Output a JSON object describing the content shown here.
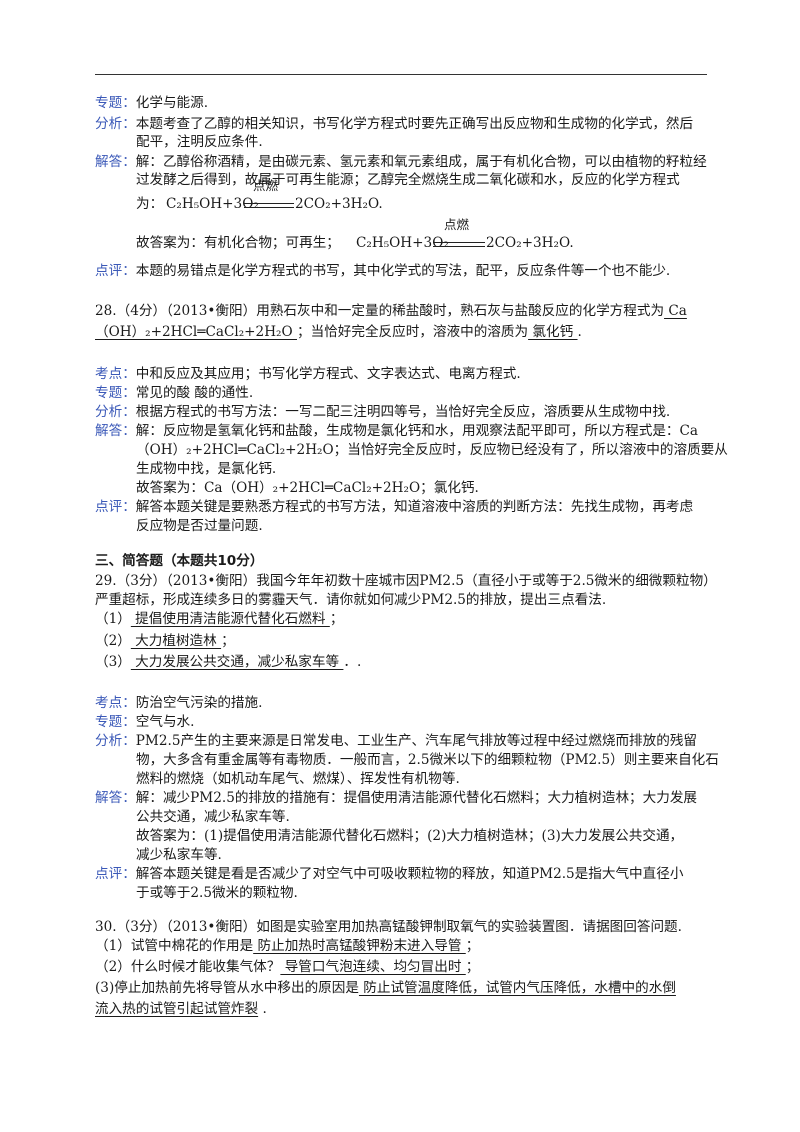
{
  "labels": {
    "topic": "专题",
    "analysis": "分析",
    "answer": "解答",
    "comment": "点评",
    "point": "考点"
  },
  "q27": {
    "topic": "化学与能源.",
    "analysis_1": "本题考查了乙醇的相关知识，书写化学方程式时要先正确写出反应物和生成物的化学式，然后",
    "analysis_2": "配平，注明反应条件.",
    "answer_1": "解：乙醇俗称酒精，是由碳元素、氢元素和氧元素组成，属于有机化合物，可以由植物的籽粒经",
    "answer_2": "过发酵之后得到，故属于可再生能源；乙醇完全燃烧生成二氧化碳和水，反应的化学方程式",
    "eq_prefix": "为：",
    "eq_left": "C₂H₅OH+3O₂",
    "eq_cond": "点燃",
    "eq_right": "2CO₂+3H₂O.",
    "final_prefix": "故答案为：有机化合物；可再生；",
    "comment": "本题的易错点是化学方程式的书写，其中化学式的写法，配平，反应条件等一个也不能少."
  },
  "q28": {
    "stem_1a": "28.（4分）（2013•衡阳）用熟石灰中和一定量的稀盐酸时，熟石灰与盐酸反应的化学方程式为",
    "stem_1b": "  Ca",
    "stem_2a": "（OH）₂+2HCl═CaCl₂+2H₂O ",
    "stem_2b": "；当恰好完全反应时，溶液中的溶质为",
    "stem_2c": "  氯化钙  ",
    "stem_2d": ".",
    "point": "中和反应及其应用；书写化学方程式、文字表达式、电离方程式.",
    "topic": "常见的酸 酸的通性.",
    "analysis": "根据方程式的书写方法：一写二配三注明四等号，当恰好完全反应，溶质要从生成物中找.",
    "answer_1": "解：反应物是氢氧化钙和盐酸，生成物是氯化钙和水，用观察法配平即可，所以方程式是：Ca",
    "answer_2": "（OH）₂+2HCl═CaCl₂+2H₂O；当恰好完全反应时，反应物已经没有了，所以溶液中的溶质要从",
    "answer_3": "生成物中找，是氯化钙.",
    "answer_4": "故答案为：Ca（OH）₂+2HCl═CaCl₂+2H₂O；氯化钙.",
    "comment_1": "解答本题关键是要熟悉方程式的书写方法，知道溶液中溶质的判断方法：先找生成物，再考虑",
    "comment_2": "反应物是否过量问题."
  },
  "section3": {
    "heading": "三、简答题（本题共10分）"
  },
  "q29": {
    "stem_1": "29.（3分）（2013•衡阳）我国今年年初数十座城市因PM2.5（直径小于或等于2.5微米的细微颗粒物）",
    "stem_2": "严重超标，形成连续多日的雾霾天气．请你就如何减少PM2.5的排放，提出三点看法.",
    "item1_num": "（1）",
    "item1_ans": "  提倡使用清洁能源代替化石燃料  ",
    "item1_end": "；",
    "item2_num": "（2）",
    "item2_ans": "  大力植树造林  ",
    "item2_end": "；",
    "item3_num": "（3）",
    "item3_ans": "  大力发展公共交通，减少私家车等  ",
    "item3_end": "．.",
    "point": "防治空气污染的措施.",
    "topic": "空气与水.",
    "analysis_1": "PM2.5产生的主要来源是日常发电、工业生产、汽车尾气排放等过程中经过燃烧而排放的残留",
    "analysis_2": "物，大多含有重金属等有毒物质．一般而言，2.5微米以下的细颗粒物（PM2.5）则主要来自化石",
    "analysis_3": "燃料的燃烧（如机动车尾气、燃煤）、挥发性有机物等.",
    "answer_1": "解：减少PM2.5的排放的措施有：提倡使用清洁能源代替化石燃料；大力植树造林；大力发展",
    "answer_2": "公共交通，减少私家车等.",
    "answer_3": "故答案为：(1)提倡使用清洁能源代替化石燃料；(2)大力植树造林；(3)大力发展公共交通，",
    "answer_4": "减少私家车等.",
    "comment_1": "解答本题关键是看是否减少了对空气中可吸收颗粒物的释放，知道PM2.5是指大气中直径小",
    "comment_2": "于或等于2.5微米的颗粒物."
  },
  "q30": {
    "stem": "30.（3分）（2013•衡阳）如图是实验室用加热高锰酸钾制取氧气的实验装置图．请据图回答问题.",
    "item1_q": "（1）试管中棉花的作用是",
    "item1_ans": "  防止加热时高锰酸钾粉末进入导管  ",
    "item1_end": "；",
    "item2_q": "（2）什么时候才能收集气体？",
    "item2_ans": "  导管口气泡连续、均匀冒出时  ",
    "item2_end": "；",
    "item3_q": "(3)停止加热前先将导管从水中移出的原因是",
    "item3_ans_1": "  防止试管温度降低，试管内气压降低，水槽中的水倒",
    "item3_ans_2": "流入热的试管引起试管炸裂",
    "item3_end": "  ."
  }
}
